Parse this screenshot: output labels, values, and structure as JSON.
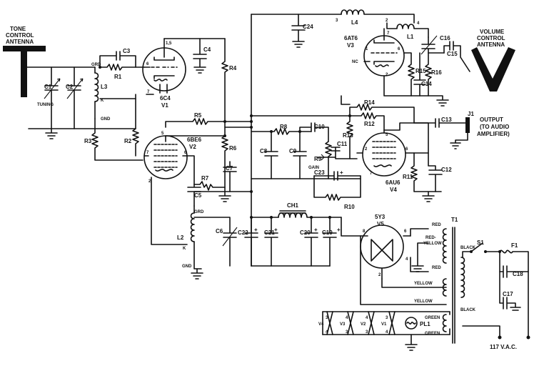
{
  "labels": {
    "tone_antenna_1": "TONE",
    "tone_antenna_2": "CONTROL",
    "tone_antenna_3": "ANTENNA",
    "volume_antenna_1": "VOLUME",
    "volume_antenna_2": "CONTROL",
    "volume_antenna_3": "ANTENNA",
    "output_1": "OUTPUT",
    "output_2": "(TO AUDIO",
    "output_3": "AMPLIFIER)",
    "tuning": "TUNING",
    "gain": "GAIN",
    "vac": "117 V.A.C.",
    "grd": "GRD",
    "gnd": "GND",
    "k": "K",
    "nc": "NC",
    "red": "RED",
    "red_yellow_1": "RED-",
    "red_yellow_2": "YELLOW",
    "yellow": "YELLOW",
    "black": "BLACK",
    "green": "GREEN"
  },
  "tubes": {
    "v1": {
      "type": "6C4",
      "ref": "V1"
    },
    "v2": {
      "type": "6BE6",
      "ref": "V2"
    },
    "v3": {
      "type": "6AT6",
      "ref": "V3"
    },
    "v4": {
      "type": "6AU6",
      "ref": "V4"
    },
    "v5": {
      "type": "5Y3",
      "ref": "V5"
    }
  },
  "resistors": {
    "r1": "R1",
    "r2": "R2",
    "r3": "R3",
    "r4": "R4",
    "r5": "R5",
    "r6": "R6",
    "r7": "R7",
    "r8": "R8",
    "r9": "R9",
    "r10": "R10",
    "r11": "R11",
    "r12": "R12",
    "r13": "R13",
    "r14": "R14",
    "r15": "R15",
    "r16": "R16"
  },
  "capacitors": {
    "c1": "C1",
    "c2": "C2",
    "c3": "C3",
    "c4": "C4",
    "c5": "C5",
    "c6": "C6",
    "c7": "C7",
    "c8": "C8",
    "c9": "C9",
    "c10": "C10",
    "c11": "C11",
    "c12": "C12",
    "c13": "C13",
    "c14": "C14",
    "c15": "C15",
    "c16": "C16",
    "c17": "C17",
    "c18": "C18",
    "c19": "C19",
    "c20": "C20",
    "c21": "C21",
    "c22": "C22",
    "c23": "C23",
    "c24": "C24"
  },
  "inductors": {
    "l1": "L1",
    "l2": "L2",
    "l3": "L3",
    "l4": "L4",
    "ch1": "CH1",
    "t1": "T1"
  },
  "other": {
    "j1": "J1",
    "s1": "S1",
    "f1": "F1",
    "pl1": "PL1",
    "plus": "+"
  },
  "heaters": [
    "V4",
    "V3",
    "V2",
    "V1"
  ],
  "pins": {
    "p1": "1",
    "p2": "2",
    "p3": "3",
    "p4": "4",
    "p5": "5",
    "p6": "6",
    "p7": "7",
    "p8": "8",
    "p15": "1,5"
  }
}
